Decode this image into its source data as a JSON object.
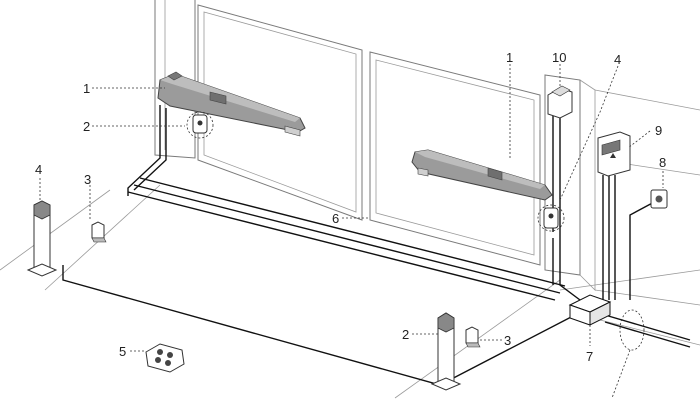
{
  "labels": {
    "l1a": "1",
    "l1b": "1",
    "l2a": "2",
    "l2b": "2",
    "l3a": "3",
    "l3b": "3",
    "l4a": "4",
    "l4b": "4",
    "l5": "5",
    "l6": "6",
    "l7": "7",
    "l8": "8",
    "l9": "9",
    "l10": "10"
  },
  "colors": {
    "motor_body": "#9b9b9b",
    "motor_dark": "#6f6f6f",
    "line": "#111111",
    "structure": "#7a7a7a"
  },
  "icons": {
    "remote": "remote-control-icon",
    "flashing_light": "flashing-light-icon",
    "control_unit": "control-unit-icon",
    "key_selector": "key-selector-icon"
  }
}
